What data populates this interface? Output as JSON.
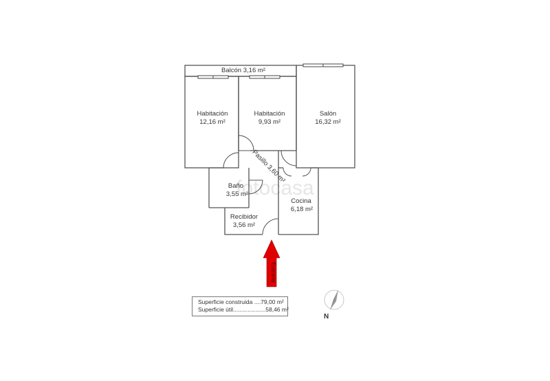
{
  "rooms": {
    "balcon": "Balcón 3,16 m²",
    "habitacion1": {
      "name": "Habitación",
      "area": "12,16 m²"
    },
    "habitacion2": {
      "name": "Habitación",
      "area": "9,93 m²"
    },
    "salon": {
      "name": "Salón",
      "area": "16,32 m²"
    },
    "pasillo": "Pasillo 3,60 m²",
    "bano": {
      "name": "Baño",
      "area": "3,55 m²"
    },
    "cocina": {
      "name": "Cocina",
      "area": "6,18 m²"
    },
    "recibidor": {
      "name": "Recibidor",
      "area": "3,56 m²"
    }
  },
  "entrance": {
    "label": "Entrada",
    "color": "#e00000"
  },
  "legend": {
    "built": "Superficie construida ....79,00 m²",
    "useful": "Superficie útil....................58,46 m²"
  },
  "compass": {
    "label": "N"
  },
  "watermark": "fotocasa"
}
